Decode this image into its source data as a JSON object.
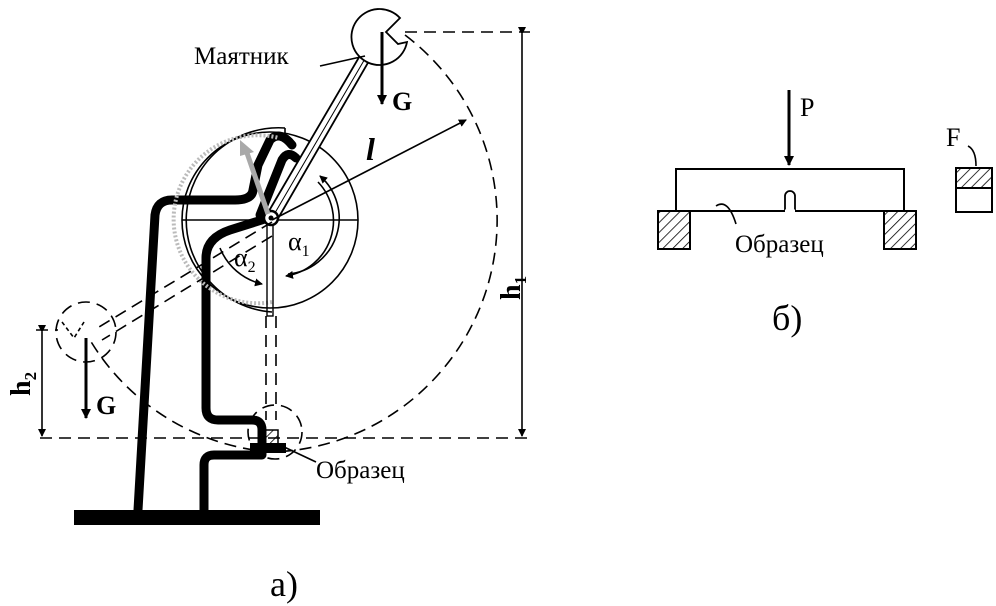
{
  "diagram_a": {
    "pendulum_label": "Маятник",
    "weight_top": "G",
    "weight_left": "G",
    "length_label": "l",
    "alpha1_base": "α",
    "alpha1_sub": "1",
    "alpha2_base": "α",
    "alpha2_sub": "2",
    "h1_base": "h",
    "h1_sub": "1",
    "h2_base": "h",
    "h2_sub": "2",
    "specimen_label": "Образец",
    "caption": "а)"
  },
  "diagram_b": {
    "force_label": "P",
    "area_label": "F",
    "specimen_label": "Образец",
    "caption": "б)"
  },
  "colors": {
    "ink": "#000000",
    "arrow_gray": "#a9a9a9",
    "background": "#ffffff"
  }
}
